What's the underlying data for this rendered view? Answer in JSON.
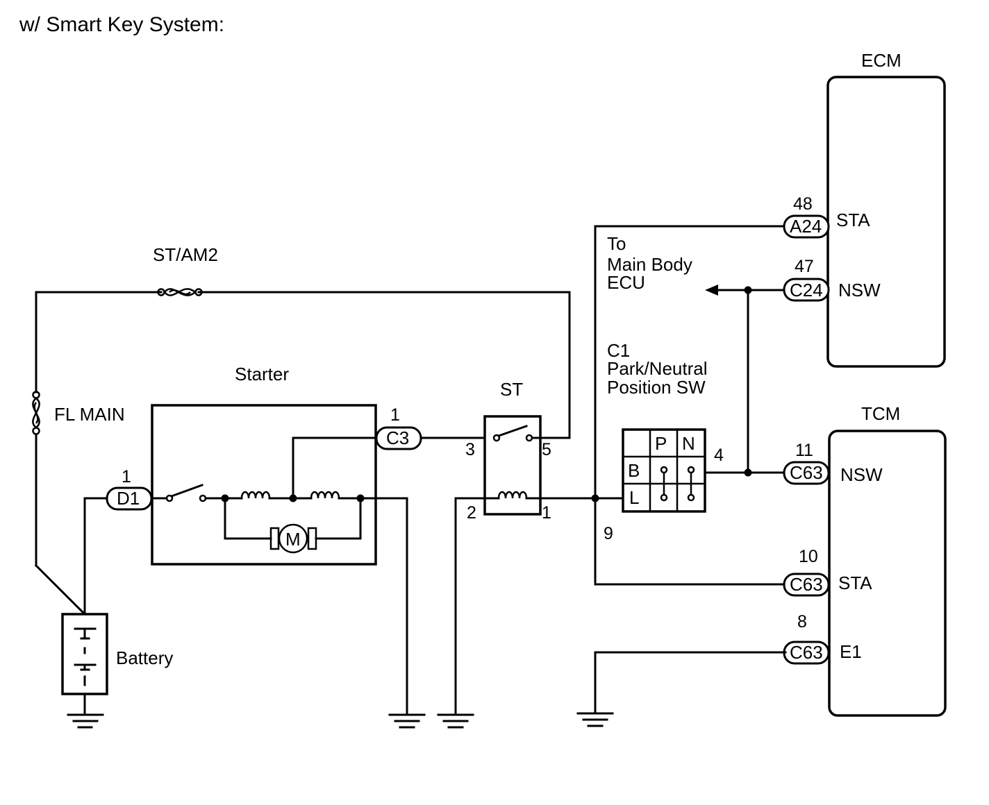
{
  "title": "w/ Smart Key System:",
  "fuses": {
    "st_am2": "ST/AM2",
    "fl_main": "FL MAIN"
  },
  "starter": {
    "label": "Starter",
    "motor": "M",
    "connector_d1": "D1",
    "connector_d1_pin": "1",
    "connector_c3": "C3",
    "connector_c3_pin": "1"
  },
  "st_relay": {
    "label": "ST",
    "pins": [
      "3",
      "5",
      "2",
      "1"
    ]
  },
  "battery": {
    "label": "Battery"
  },
  "to_ecu": {
    "line1": "To",
    "line2": "Main Body",
    "line3": "ECU"
  },
  "park_neutral_switch": {
    "line1": "C1",
    "line2": "Park/Neutral",
    "line3": "Position SW",
    "cols": [
      "P",
      "N"
    ],
    "rows": [
      "B",
      "L"
    ],
    "pin_out": "4",
    "pin_in": "9"
  },
  "ecm": {
    "label": "ECM",
    "terminals": [
      {
        "pin": "48",
        "connector": "A24",
        "name": "STA"
      },
      {
        "pin": "47",
        "connector": "C24",
        "name": "NSW"
      }
    ]
  },
  "tcm": {
    "label": "TCM",
    "terminals": [
      {
        "pin": "11",
        "connector": "C63",
        "name": "NSW"
      },
      {
        "pin": "10",
        "connector": "C63",
        "name": "STA"
      },
      {
        "pin": "8",
        "connector": "C63",
        "name": "E1"
      }
    ]
  }
}
